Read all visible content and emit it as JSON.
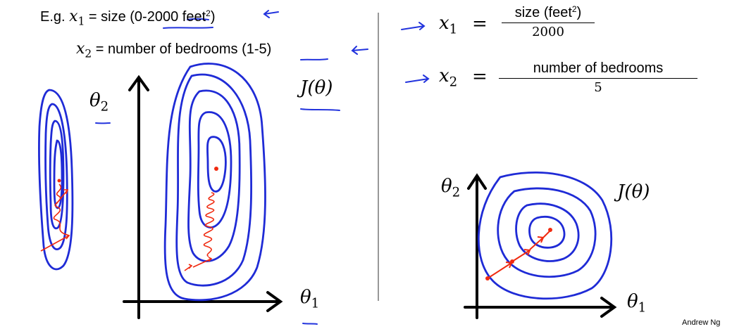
{
  "left_panel": {
    "example": {
      "prefix": "E.g.",
      "x1_var": "x",
      "x1_sub": "1",
      "x1_desc": " = size (0-2000 feet",
      "x1_sup": "2",
      "x1_close": ")",
      "x2_var": "x",
      "x2_sub": "2",
      "x2_desc": " = number of bedrooms (1-5)"
    },
    "theta2_label": "θ",
    "theta2_sub": "2",
    "theta1_label": "θ",
    "theta1_sub": "1",
    "cost_label": "J(θ)"
  },
  "right_panel": {
    "x1": {
      "var": "x",
      "sub": "1",
      "eq": "=",
      "numerator": "size (feet",
      "numerator_sup": "2",
      "numerator_close": ")",
      "denominator": "2000"
    },
    "x2": {
      "var": "x",
      "sub": "2",
      "eq": "=",
      "numerator": "number of bedrooms",
      "denominator": "5"
    },
    "theta2_label": "θ",
    "theta2_sub": "2",
    "theta1_label": "θ",
    "theta1_sub": "1",
    "cost_label": "J(θ)"
  },
  "credit": "Andrew Ng",
  "colors": {
    "ink": "#000000",
    "contour": "#1f2bd6",
    "path": "#f02a10",
    "annotation": "#2233dd"
  }
}
